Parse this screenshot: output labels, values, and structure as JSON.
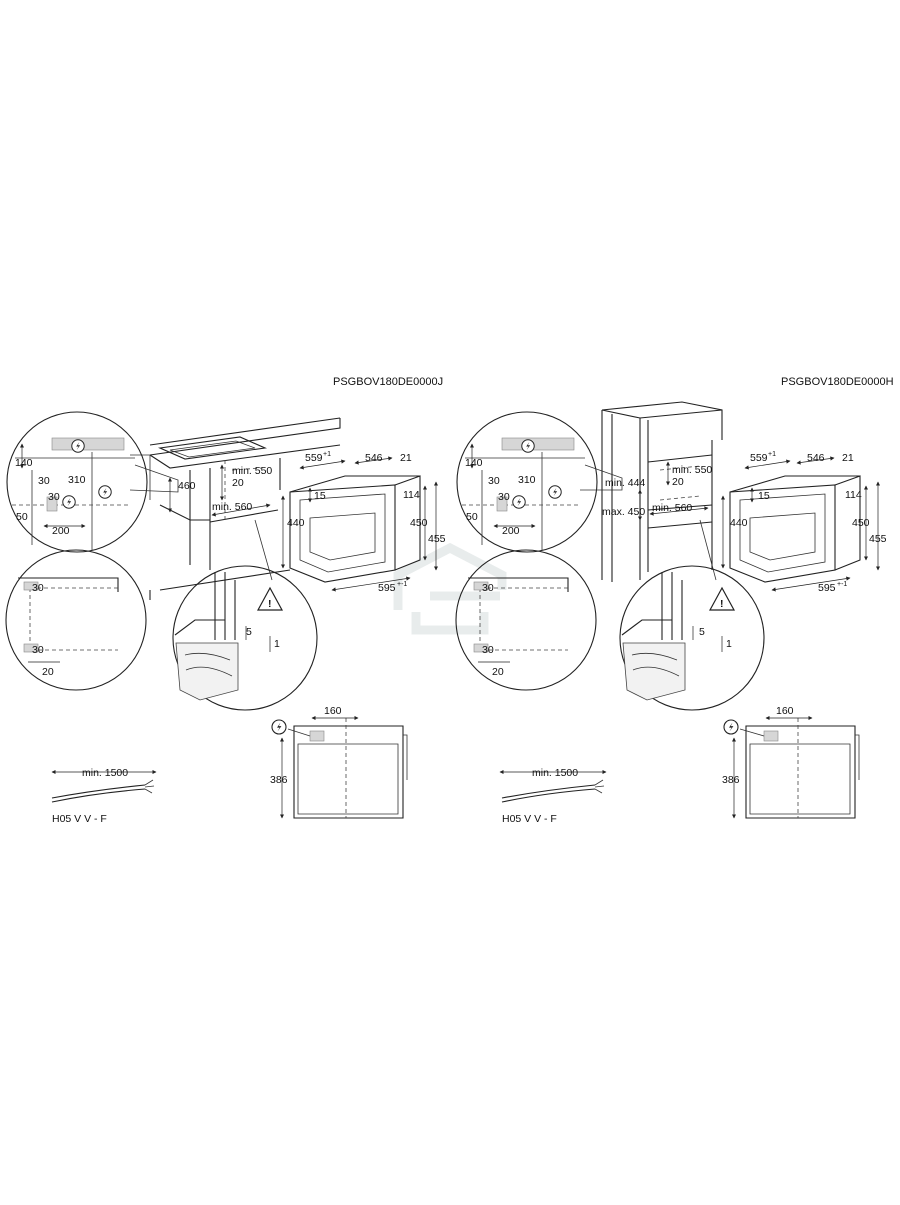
{
  "models": {
    "left": "PSGBOV180DE0000J",
    "right": "PSGBOV180DE0000H"
  },
  "shared": {
    "d140": "140",
    "d310": "310",
    "d30": "30",
    "d50": "50",
    "d200": "200",
    "d559": "559",
    "tol559": "+1",
    "d546": "546",
    "d21": "21",
    "d15": "15",
    "d114": "114",
    "d440": "440",
    "d450": "450",
    "d455": "455",
    "d595": "595",
    "tol595": "+-1",
    "d20": "20",
    "d5": "5",
    "d1": "1",
    "d160": "160",
    "d386": "386",
    "min550": "min. 550",
    "min560": "min. 560",
    "min1500": "min. 1500",
    "cable": "H05 V V - F"
  },
  "left_only": {
    "d460": "460"
  },
  "right_only": {
    "min444": "min. 444",
    "max450": "max. 450"
  },
  "icons": [
    "power-connection-icon",
    "warning-triangle-icon"
  ]
}
